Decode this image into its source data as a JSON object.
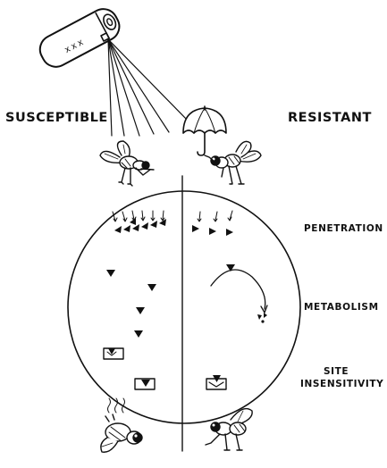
{
  "labels": {
    "susceptible": "SUSCEPTIBLE",
    "resistant": "RESISTANT",
    "penetration": "PENETRATION",
    "metabolism": "METABOLISM",
    "site_line1": "SITE",
    "site_line2": "INSENSITIVITY"
  },
  "spray_can": {
    "marking": "xxx"
  },
  "icons": {
    "spray_can": "spray-can-icon",
    "umbrella": "umbrella-icon",
    "fly": "fly-icon",
    "dead_fly": "dead-fly-icon",
    "target_site": "target-site-icon",
    "molecule": "insecticide-molecule-icon"
  },
  "colors": {
    "ink": "#111111",
    "background": "#ffffff"
  }
}
